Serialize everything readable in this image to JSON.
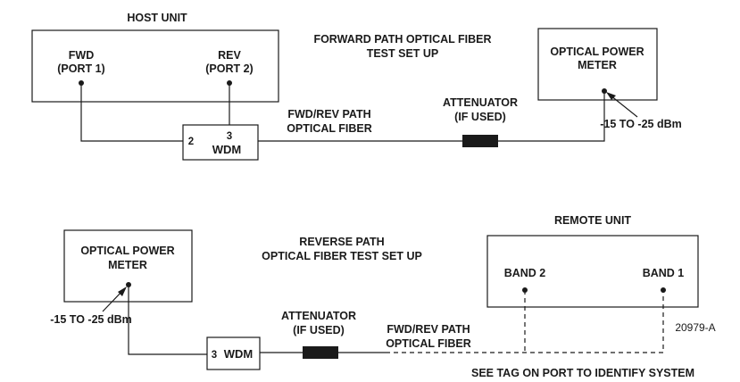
{
  "forward": {
    "host_unit_title": "HOST UNIT",
    "fwd_port_line1": "FWD",
    "fwd_port_line2": "(PORT 1)",
    "rev_port_line1": "REV",
    "rev_port_line2": "(PORT 2)",
    "title_line1": "FORWARD PATH OPTICAL FIBER",
    "title_line2": "TEST SET UP",
    "meter_line1": "OPTICAL POWER",
    "meter_line2": "METER",
    "level": "-15 TO -25 dBm",
    "wdm_port_2": "2",
    "wdm_port_3": "3",
    "wdm_label": "WDM",
    "fiber_line1": "FWD/REV PATH",
    "fiber_line2": "OPTICAL FIBER",
    "attenuator_line1": "ATTENUATOR",
    "attenuator_line2": "(IF USED)"
  },
  "reverse": {
    "meter_line1": "OPTICAL POWER",
    "meter_line2": "METER",
    "title_line1": "REVERSE PATH",
    "title_line2": "OPTICAL FIBER TEST SET UP",
    "remote_unit_title": "REMOTE UNIT",
    "band2": "BAND 2",
    "band1": "BAND 1",
    "level": "-15 TO -25 dBm",
    "attenuator_line1": "ATTENUATOR",
    "attenuator_line2": "(IF USED)",
    "fiber_line1": "FWD/REV PATH",
    "fiber_line2": "OPTICAL FIBER",
    "wdm_port_3": "3",
    "wdm_label": "WDM",
    "figure_id": "20979-A",
    "note": "SEE TAG ON PORT TO IDENTIFY SYSTEM"
  }
}
